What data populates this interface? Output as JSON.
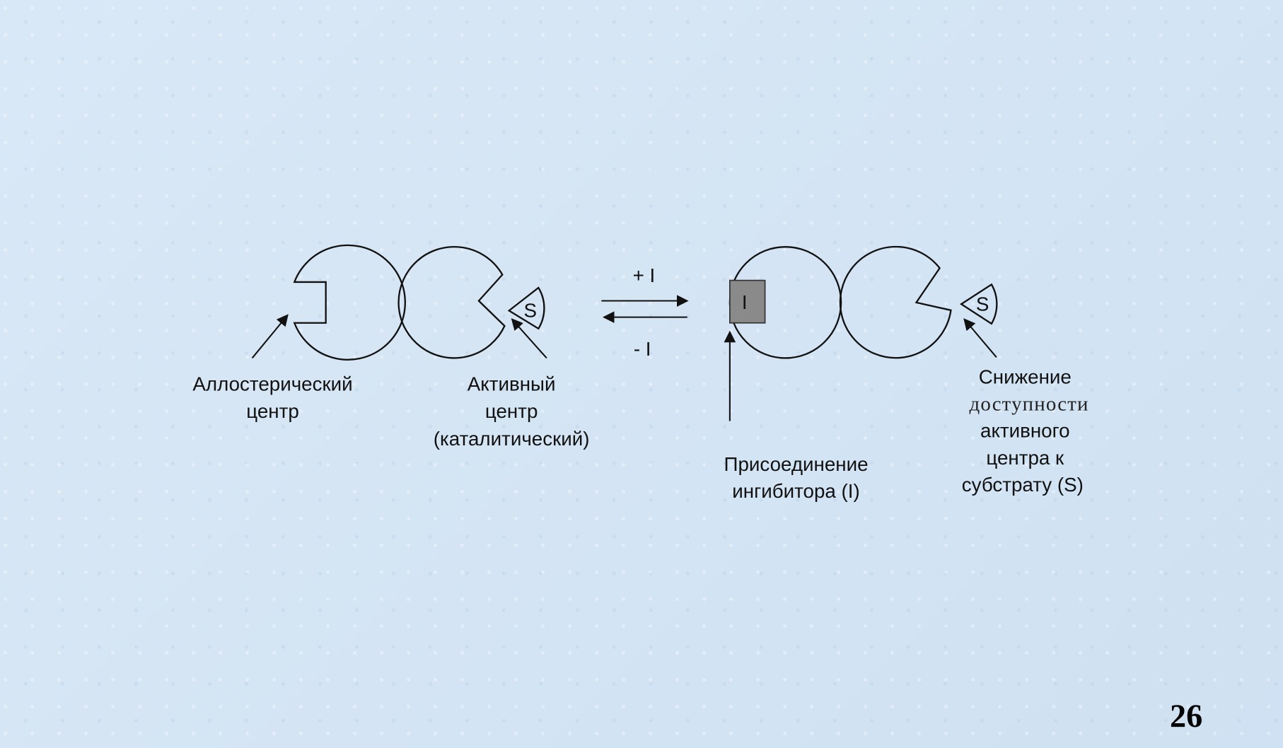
{
  "diagram": {
    "left_labels": {
      "allosteric": [
        "Аллостерический",
        "центр"
      ],
      "active": [
        "Активный",
        "центр",
        "(каталитический)"
      ]
    },
    "substrate_symbol": "S",
    "inhibitor_symbol": "I",
    "forward_label": "+ I",
    "reverse_label": "- I",
    "right_labels": {
      "inhibitor_binding": [
        "Присоединение",
        "ингибитора (I)"
      ],
      "reduced_access": [
        "Снижение",
        "доступности",
        "активного",
        "центра к",
        "субстрату (S)"
      ]
    }
  },
  "page_number": "26",
  "colors": {
    "inhibitor_fill": "#8a8a8a",
    "background": "#d5e5f4"
  }
}
